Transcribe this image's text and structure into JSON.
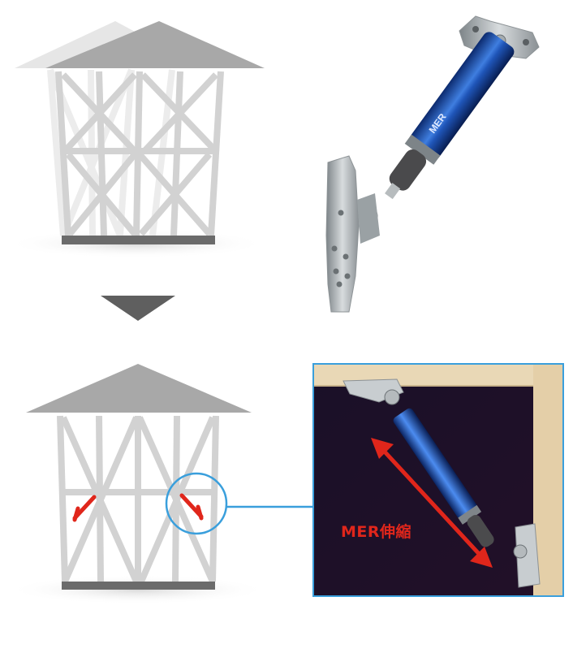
{
  "colors": {
    "frame": "#d4d4d4",
    "roof": "#a9a9a9",
    "roof_ghost": "#e4e4e4",
    "sill": "#6b6b6b",
    "arrow": "#5f5f5f",
    "damper_red": "#e0261b",
    "callout_blue": "#3a9fdc",
    "cylinder_blue": "#1f55b8",
    "panel_dark": "#1a1020",
    "wood": "#e9d8b6"
  },
  "icons": {
    "down_arrow": "triangle-down-icon",
    "damper": "damper-product",
    "callout": "magnifier-circle"
  },
  "detail": {
    "label": "MER伸縮"
  },
  "product": {
    "cylinder_text": "MER"
  }
}
